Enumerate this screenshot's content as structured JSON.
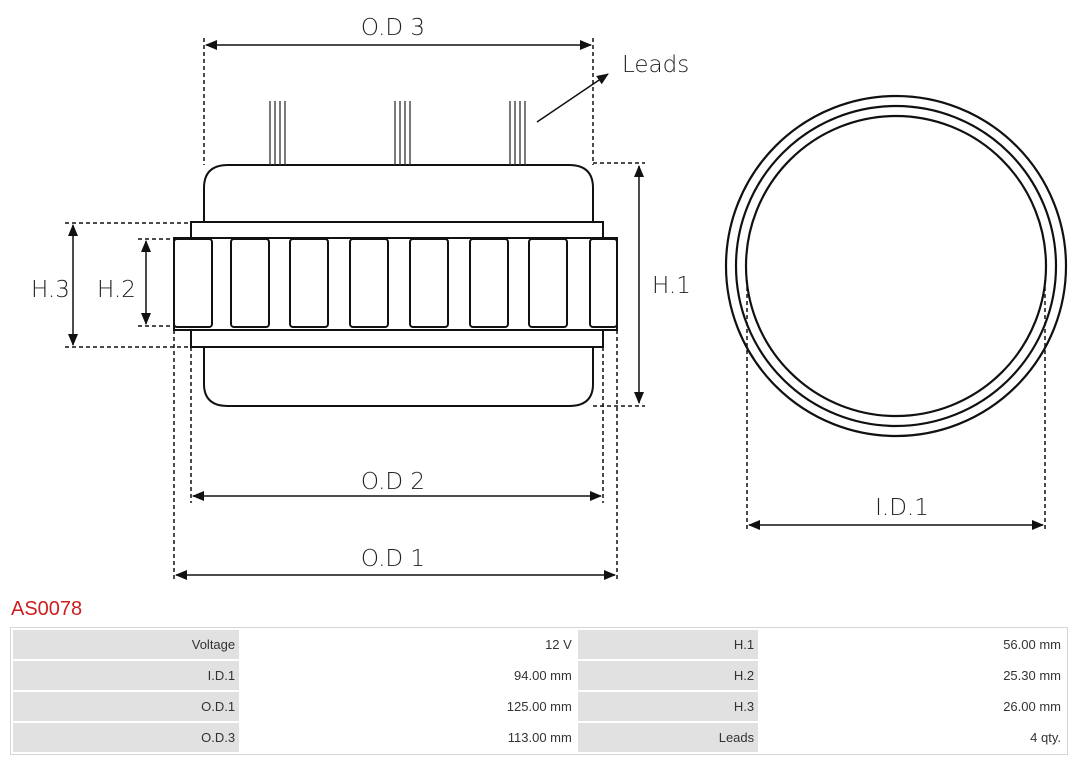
{
  "diagram": {
    "labels": {
      "od3": "O.D 3",
      "leads": "Leads",
      "h1": "H.1",
      "h2": "H.2",
      "h3": "H.3",
      "od2": "O.D 2",
      "od1": "O.D 1",
      "id1": "I.D.1"
    }
  },
  "product": {
    "code": "AS0078"
  },
  "specs": {
    "rows": [
      {
        "k1": "Voltage",
        "v1": "12 V",
        "k2": "H.1",
        "v2": "56.00 mm"
      },
      {
        "k1": "I.D.1",
        "v1": "94.00 mm",
        "k2": "H.2",
        "v2": "25.30 mm"
      },
      {
        "k1": "O.D.1",
        "v1": "125.00 mm",
        "k2": "H.3",
        "v2": "26.00 mm"
      },
      {
        "k1": "O.D.3",
        "v1": "113.00 mm",
        "k2": "Leads",
        "v2": "4 qty."
      }
    ]
  },
  "colors": {
    "part_number": "#cc1f1f",
    "key_cell": "#e1e1e1"
  }
}
